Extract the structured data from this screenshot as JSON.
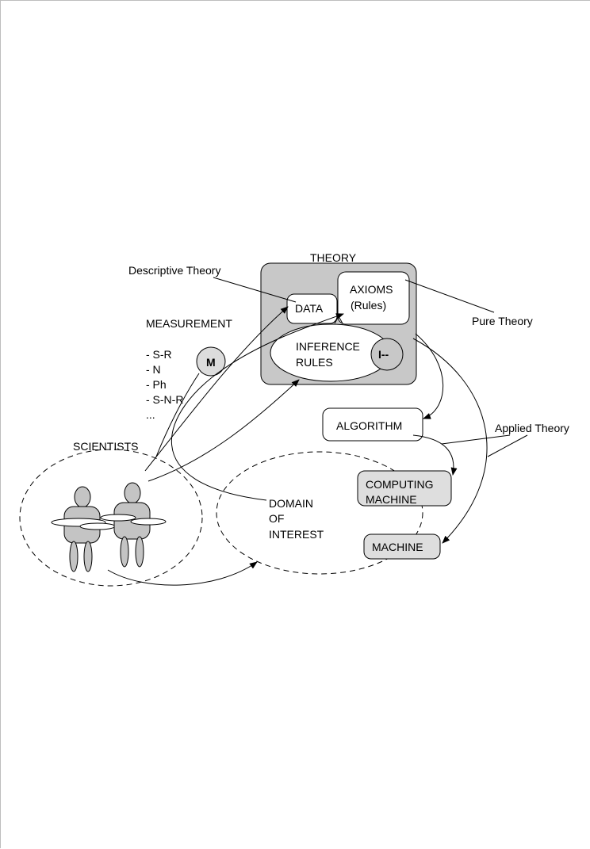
{
  "labels": {
    "theory": "THEORY",
    "descriptive_theory": "Descriptive Theory",
    "data": "DATA",
    "axioms": "AXIOMS",
    "axioms_sub": "(Rules)",
    "pure_theory": "Pure Theory",
    "measurement": "MEASUREMENT",
    "inference_line1": "INFERENCE",
    "inference_line2": "RULES",
    "turnstile": "I--",
    "m_circle": "M",
    "algorithm": "ALGORITHM",
    "applied_theory": "Applied Theory",
    "scientists": "SCIENTISTS",
    "computing_line1": "COMPUTING",
    "computing_line2": "MACHINE",
    "domain_line1": "DOMAIN",
    "domain_line2": "OF",
    "domain_line3": "INTEREST",
    "machine": "MACHINE"
  },
  "measurement_items": [
    "- S-R",
    "- N",
    "- Ph",
    "- S-N-R",
    "..."
  ],
  "colors": {
    "theory_fill": "#c8c8c8",
    "machine_fill": "#dedede",
    "figure_fill": "#c4c4c4",
    "stroke": "#000000"
  }
}
